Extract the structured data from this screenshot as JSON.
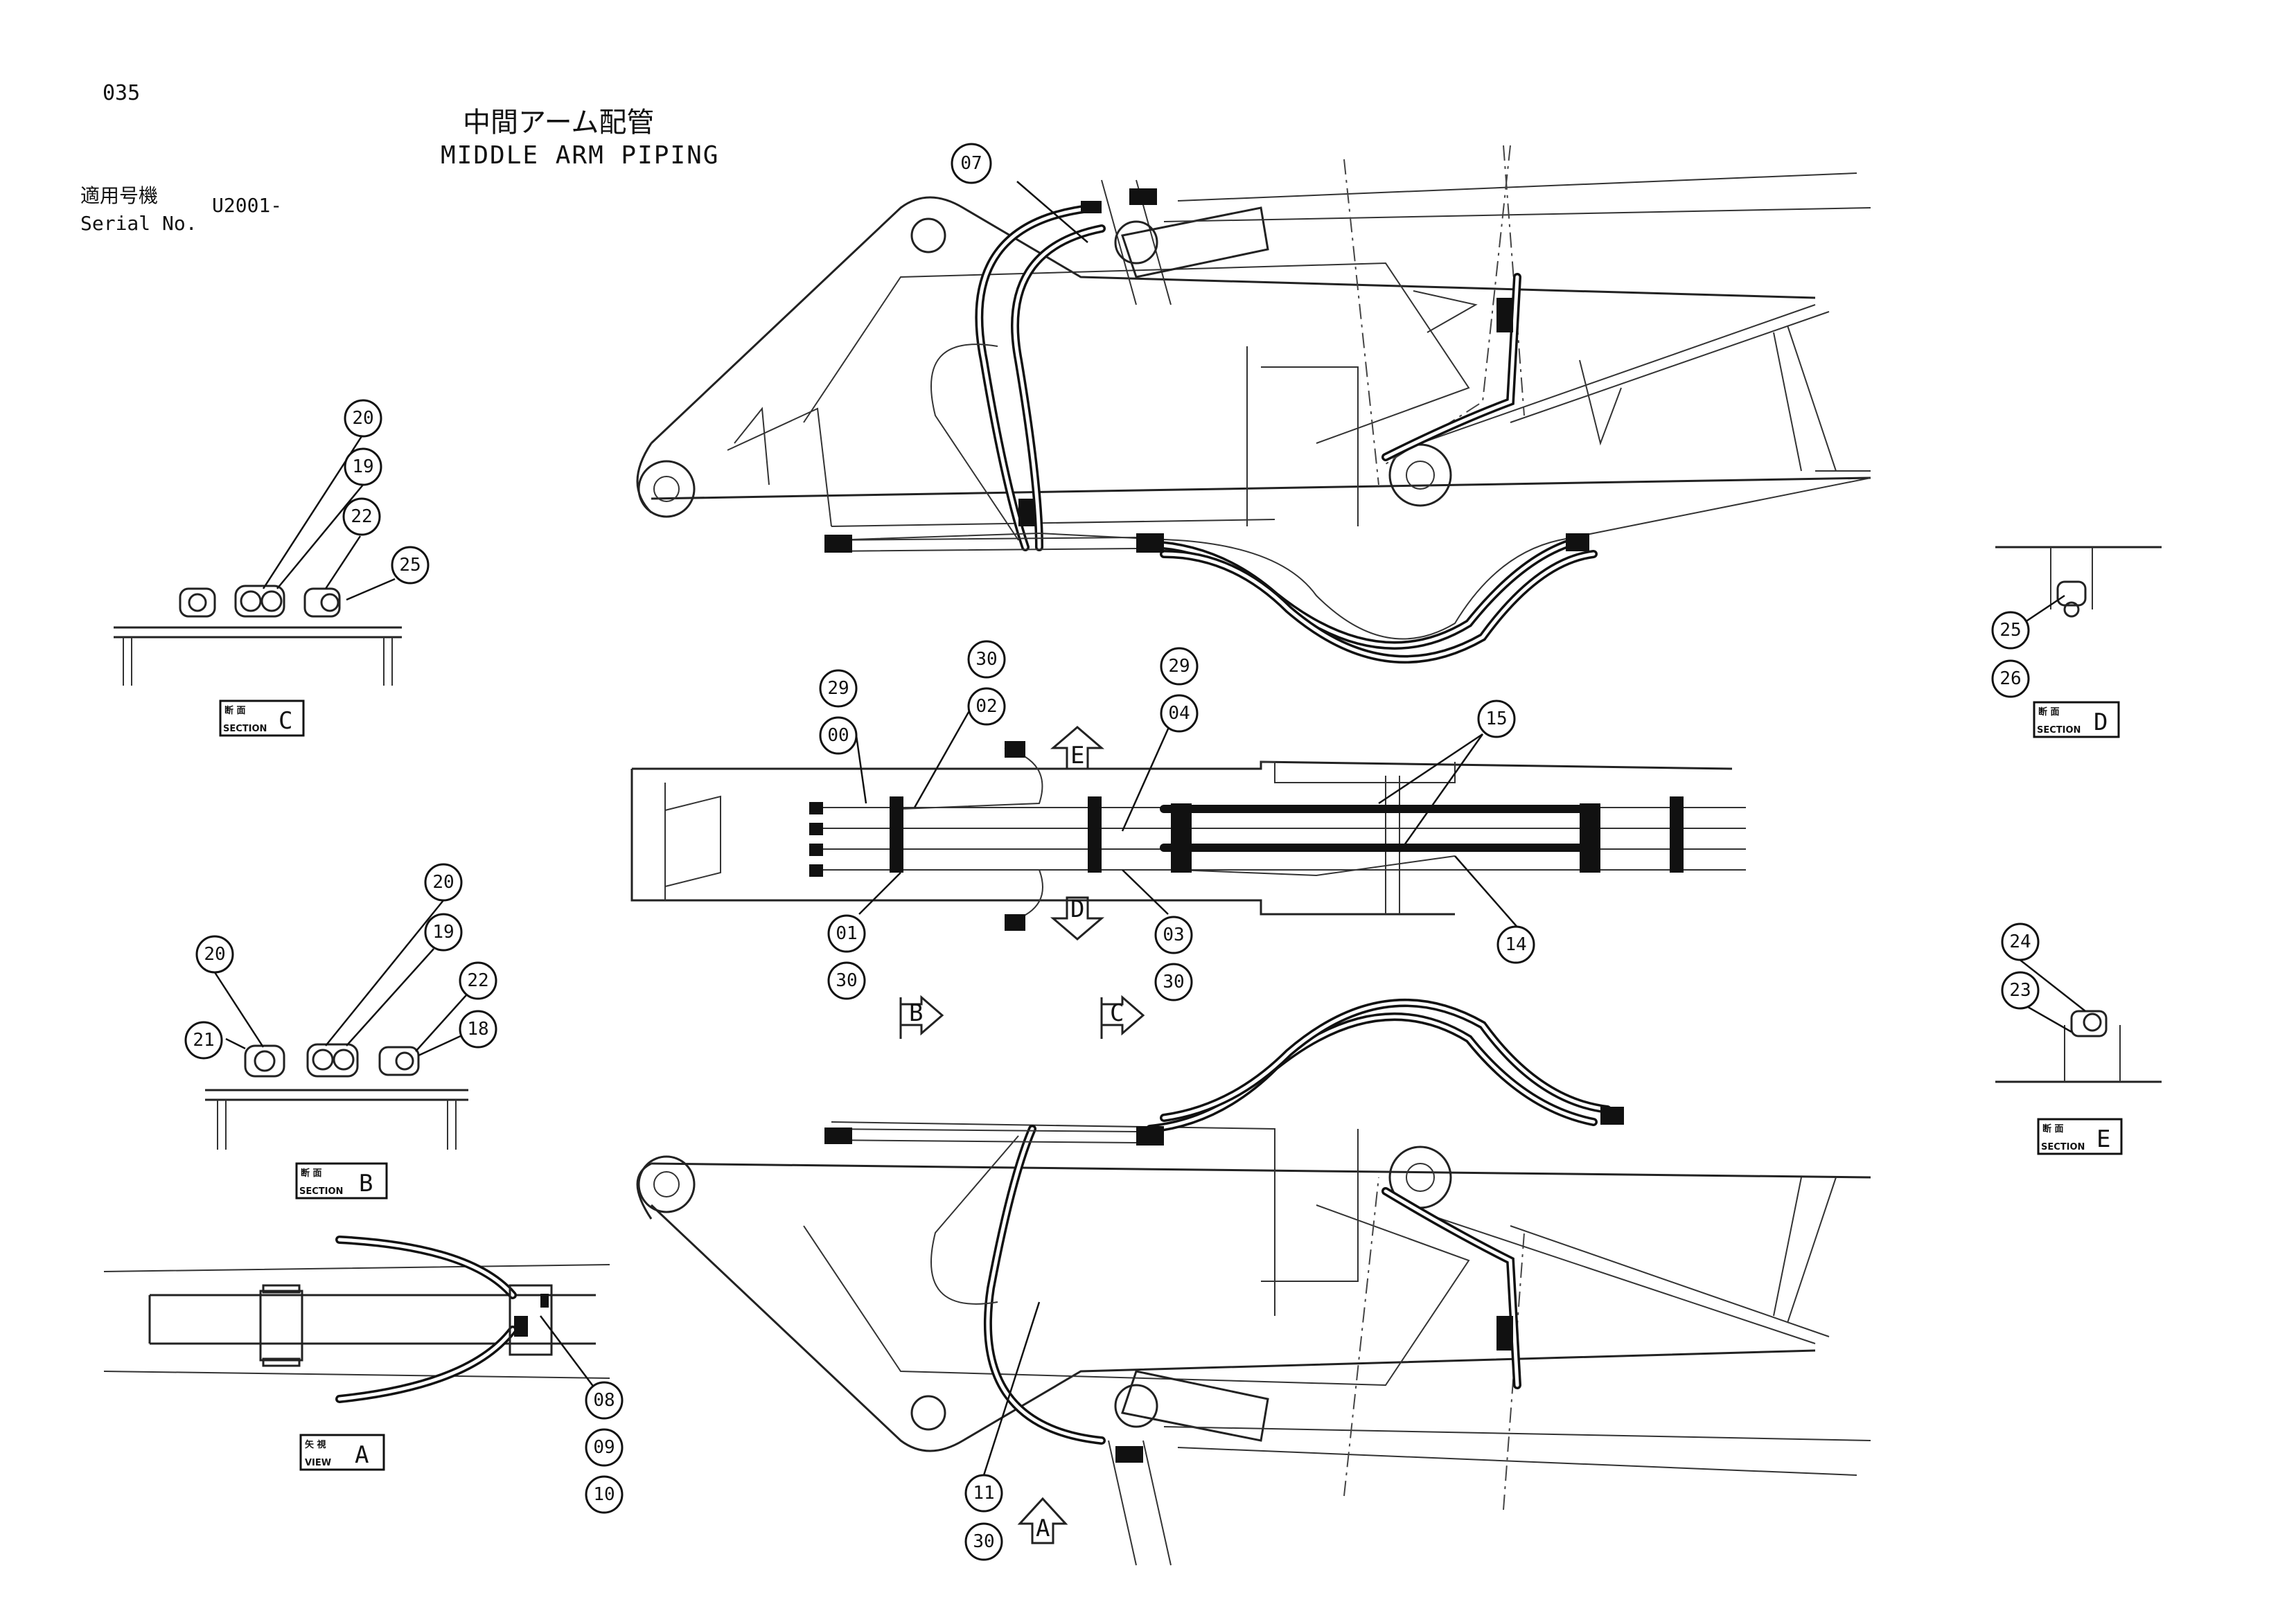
{
  "header": {
    "page_no": "035",
    "title_jp": "中間アーム配管",
    "title_en": "MIDDLE ARM PIPING",
    "serial_label_jp": "適用号機",
    "serial_label_en": "Serial No.",
    "serial_value": "U2001-"
  },
  "section_labels": {
    "section_jp": "断 面",
    "section_en": "SECTION",
    "view_jp": "矢 視",
    "view_en": "VIEW",
    "c": "C",
    "d": "D",
    "e": "E",
    "b": "B",
    "a": "A"
  },
  "arrows": {
    "e": "E",
    "d": "D",
    "b": "B",
    "c": "C",
    "a": "A"
  },
  "callouts": {
    "n07": "07",
    "c20": "20",
    "c19": "19",
    "c22": "22",
    "c25": "25",
    "d25": "25",
    "d26": "26",
    "p30a": "30",
    "p02": "02",
    "p29a": "29",
    "p00": "00",
    "p29b": "29",
    "p04": "04",
    "p15": "15",
    "p01": "01",
    "p30b": "30",
    "p03": "03",
    "p30c": "30",
    "p14": "14",
    "e24": "24",
    "e23": "23",
    "b20a": "20",
    "b20b": "20",
    "b19": "19",
    "b22": "22",
    "b21": "21",
    "b18": "18",
    "a08": "08",
    "a09": "09",
    "a10": "10",
    "n11": "11",
    "n30": "30"
  }
}
